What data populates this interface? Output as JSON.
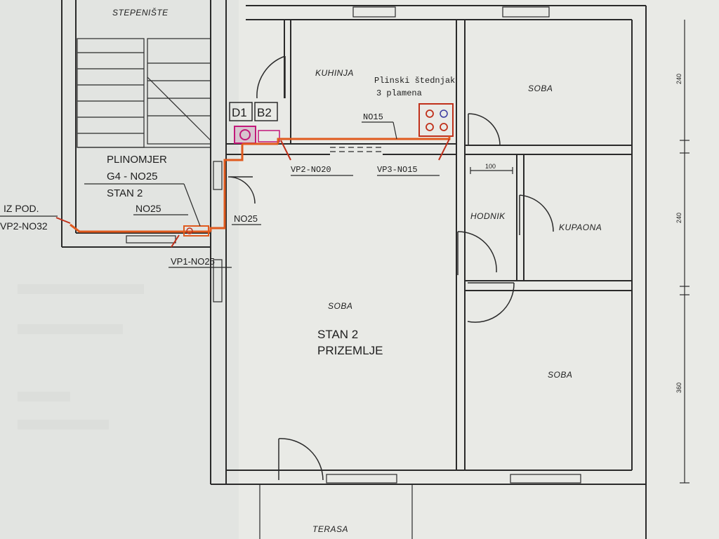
{
  "rooms": {
    "stairs": "STEPENIŠTE",
    "kitchen": "KUHINJA",
    "room_top_right": "SOBA",
    "hall": "HODNIK",
    "bathroom": "KUPAONA",
    "living": "SOBA",
    "room_bottom_right": "SOBA",
    "terrace": "TERASA"
  },
  "apartment": {
    "line1": "STAN 2",
    "line2": "PRIZEMLJE"
  },
  "stove": {
    "line1": "Plinski štednjak",
    "line2": "3 plamena"
  },
  "meter": {
    "line1": "PLINOMJER",
    "line2": "G4 - NO25",
    "line3": "STAN 2"
  },
  "symbols": {
    "d1": "D1",
    "b2": "B2"
  },
  "pipes": {
    "from_floor": "IZ POD.",
    "vp2_no032": "VP2-NO32",
    "no025_a": "NO25",
    "no025_b": "NO25",
    "vp1": "VP1-NO25",
    "vp2": "VP2-NO20",
    "vp3": "VP3-NO15",
    "no015": "NO15"
  },
  "dimensions": {
    "hall_width": "100",
    "d1": "240",
    "d2": "240",
    "d3": "360"
  },
  "colors": {
    "gas_line": "#e05a1e",
    "gas_arrow": "#c0301a",
    "symbol_pink": "#c2187a",
    "paper": "#e9eae6"
  }
}
